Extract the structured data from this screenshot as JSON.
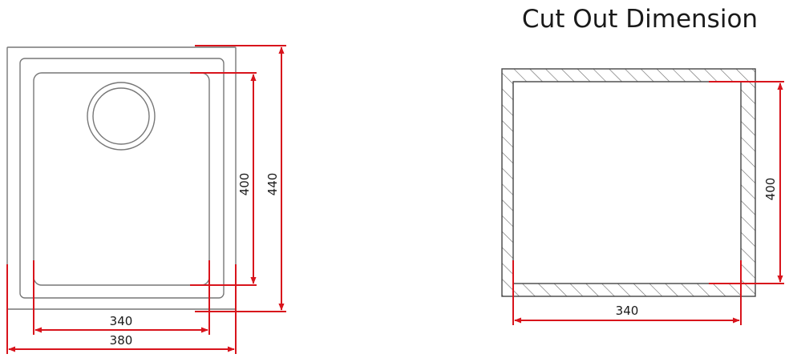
{
  "title": "Cut Out Dimension",
  "sink_view": {
    "inner_width_label": "340",
    "outer_width_label": "380",
    "inner_height_label": "400",
    "outer_height_label": "440"
  },
  "cutout_view": {
    "width_label": "340",
    "height_label": "400"
  },
  "colors": {
    "dimension": "#d8141c",
    "outline": "#777777",
    "text": "#1a1a1a"
  }
}
